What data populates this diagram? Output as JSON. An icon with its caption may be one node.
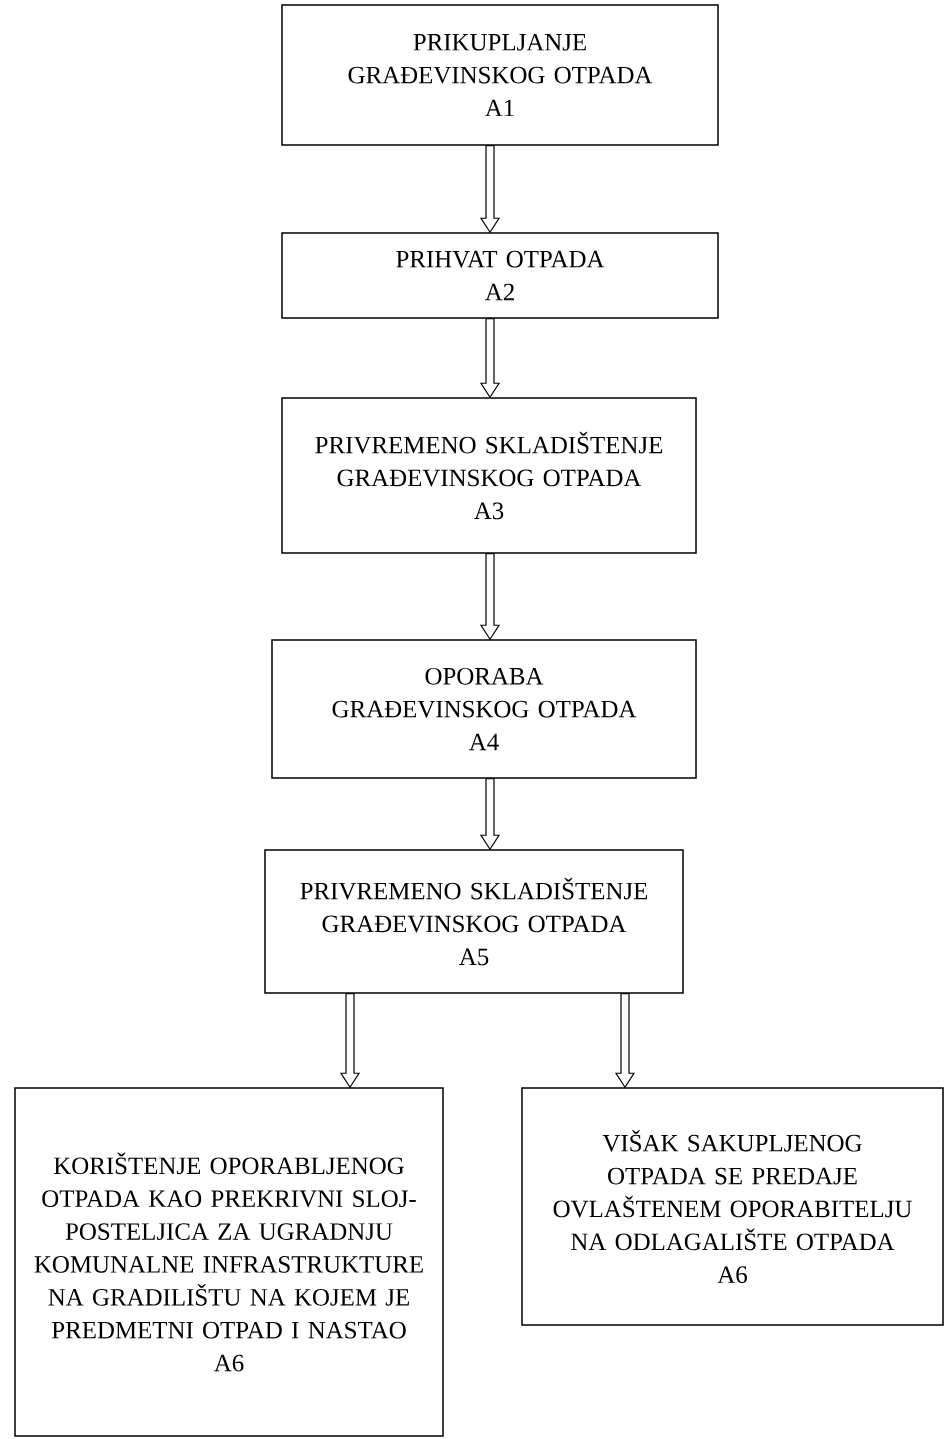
{
  "diagram": {
    "nodes": [
      {
        "text": [
          "PRIKUPLJANJE GRAĐEVINSKOG OTPADA",
          "A1"
        ]
      },
      {
        "text": [
          "PRIHVAT OTPADA",
          "A2"
        ]
      },
      {
        "text": [
          "PRIVREMENO SKLADIŠTENJE GRAĐEVINSKOG OTPADA",
          "A3"
        ]
      },
      {
        "text": [
          "OPORABA GRAĐEVINSKOG OTPADA",
          "A4"
        ]
      },
      {
        "text": [
          "PRIVREMENO SKLADIŠTENJE GRAĐEVINSKOG OTPADA",
          "A5"
        ]
      },
      {
        "text": [
          "KORIŠTENJE OPORABLJENOG OTPADA KAO PREKRIVNI SLOJ-POSTELJICA ZA UGRADNJU KOMUNALNE INFRASTRUKTURE NA GRADILIŠTU NA KOJEM JE PREDMETNI OTPAD I NASTAO",
          "A6"
        ]
      },
      {
        "text": [
          "VIŠAK SAKUPLJENOG OTPADA SE PREDAJE OVLAŠTENEM OPORABITELJU NA ODLAGALIŠTE OTPADA",
          "A6"
        ]
      }
    ],
    "edges": [
      {
        "from": 0,
        "to": 1,
        "arrow": "to"
      },
      {
        "from": 1,
        "to": 2,
        "arrow": "to"
      },
      {
        "from": 2,
        "to": 3,
        "arrow": "to"
      },
      {
        "from": 3,
        "to": 4,
        "arrow": "to"
      },
      {
        "from": 4,
        "to": 5,
        "arrow": "to"
      },
      {
        "from": 4,
        "to": 6,
        "arrow": "to"
      }
    ]
  }
}
